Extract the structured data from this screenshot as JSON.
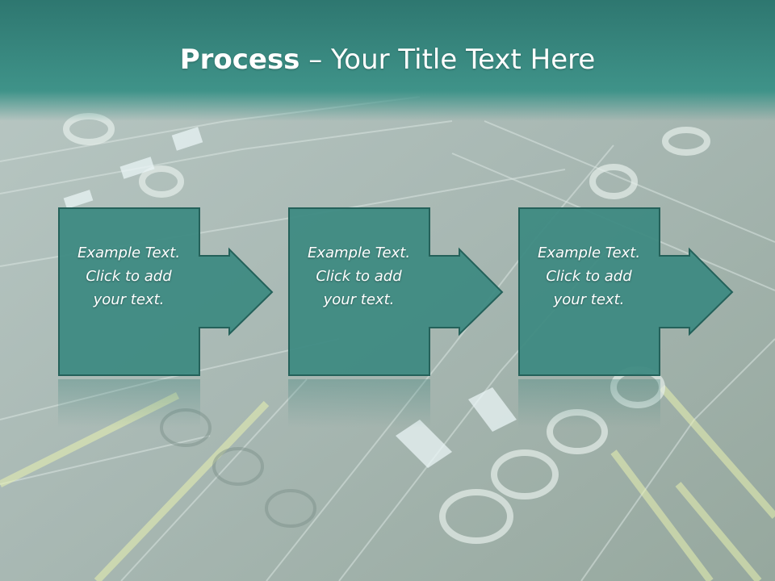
{
  "slide": {
    "title_bold": "Process",
    "title_rest": " – Your Title Text Here",
    "steps": [
      {
        "line1": "Example Text.",
        "line2": "Click  to add",
        "line3": "your text."
      },
      {
        "line1": "Example Text.",
        "line2": "Click  to add",
        "line3": "your text."
      },
      {
        "line1": "Example Text.",
        "line2": "Click  to add",
        "line3": "your text."
      }
    ]
  },
  "colors": {
    "header": "#2f7d74",
    "box_fill": "#3e8a82",
    "box_border": "#24615a",
    "background": "#a9bab5"
  }
}
